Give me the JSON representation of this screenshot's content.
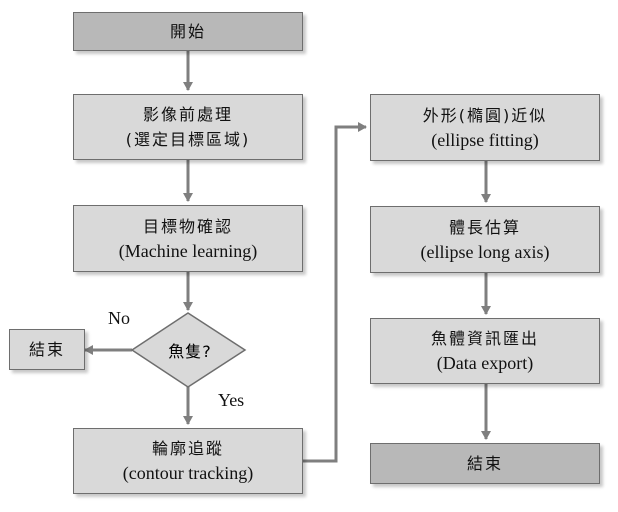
{
  "nodes": {
    "start": {
      "line1": "開始"
    },
    "preprocess": {
      "line1": "影像前處理",
      "line2": "(選定目標區域)"
    },
    "target": {
      "line1": "目標物確認",
      "line2": "(Machine learning)"
    },
    "decision": {
      "line1": "魚隻?"
    },
    "end_left": {
      "line1": "結束"
    },
    "contour": {
      "line1": "輪廓追蹤",
      "line2": "(contour tracking)"
    },
    "ellipse_fit": {
      "line1": "外形(橢圓)近似",
      "line2": "(ellipse fitting)"
    },
    "body_length": {
      "line1": "體長估算",
      "line2": "(ellipse long axis)"
    },
    "export": {
      "line1": "魚體資訊匯出",
      "line2": "(Data export)"
    },
    "end_right": {
      "line1": "結束"
    }
  },
  "branch_labels": {
    "no": "No",
    "yes": "Yes"
  },
  "colors": {
    "box_fill": "#d9d9d9",
    "terminal_fill": "#b8b8b8",
    "stroke": "#6e6e6e",
    "connector": "#7f7f7f"
  }
}
